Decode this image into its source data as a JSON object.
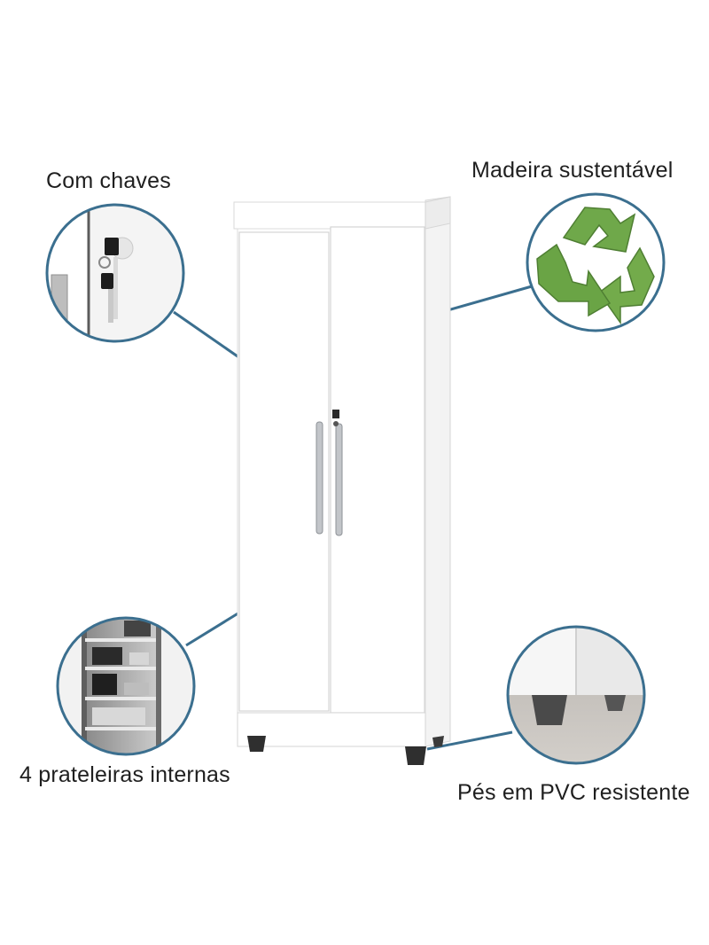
{
  "callouts": {
    "keys": {
      "label": "Com chaves"
    },
    "wood": {
      "label": "Madeira sustentável"
    },
    "shelves": {
      "label": "4 prateleiras internas"
    },
    "feet": {
      "label": "Pés em PVC resistente"
    }
  },
  "colors": {
    "callout_ring": "#3b6f8f",
    "cabinet": "#ffffff",
    "cabinet_edge": "#d9d9d9",
    "handle": "#b8bcc0",
    "foot": "#2f2f2f",
    "recycle_green": "#6fa84a"
  },
  "icons": {
    "keys_detail": "lock-with-keys-icon",
    "wood_detail": "recycle-icon",
    "shelves_detail": "shelves-photo",
    "feet_detail": "pvc-foot-photo"
  }
}
